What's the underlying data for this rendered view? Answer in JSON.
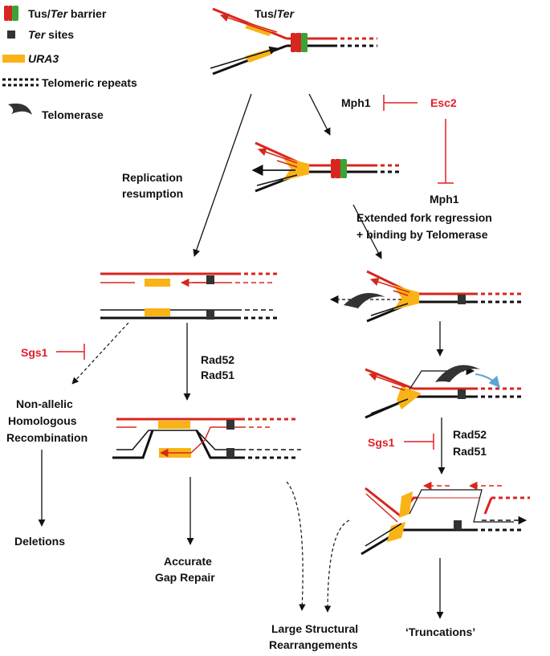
{
  "legend": {
    "barrier_pre": "Tus/",
    "barrier_ter": "Ter",
    "barrier_post": " barrier",
    "ter_sites_it": "Ter",
    "ter_sites_post": " sites",
    "ura3": "URA3",
    "telomeric": "Telomeric repeats",
    "telomerase": "Telomerase"
  },
  "top": {
    "label_pre": "Tus/",
    "label_ter": "Ter"
  },
  "regulation": {
    "mph1": "Mph1",
    "esc2": "Esc2",
    "mph1_bottom": "Mph1"
  },
  "labels": {
    "replication_1": "Replication",
    "replication_2": "resumption",
    "extended_1": "Extended fork regression",
    "extended_2": "+ binding by Telomerase",
    "sgs1_left": "Sgs1",
    "rad52_left": "Rad52",
    "rad51_left": "Rad51",
    "nahr_1": "Non-allelic",
    "nahr_2": "Homologous",
    "nahr_3": "Recombination",
    "deletions": "Deletions",
    "accurate_1": "Accurate",
    "accurate_2": "Gap Repair",
    "sgs1_right": "Sgs1",
    "rad52_right": "Rad52",
    "rad51_right": "Rad51",
    "large_1": "Large Structural",
    "large_2": "Rearrangements",
    "truncations": "‘Truncations’"
  },
  "colors": {
    "red": "#d7261e",
    "black": "#111111",
    "orange": "#f9b317",
    "green": "#3aa335",
    "ter": "#333333",
    "blue": "#5aa5d6",
    "label_red": "#e41e26"
  }
}
